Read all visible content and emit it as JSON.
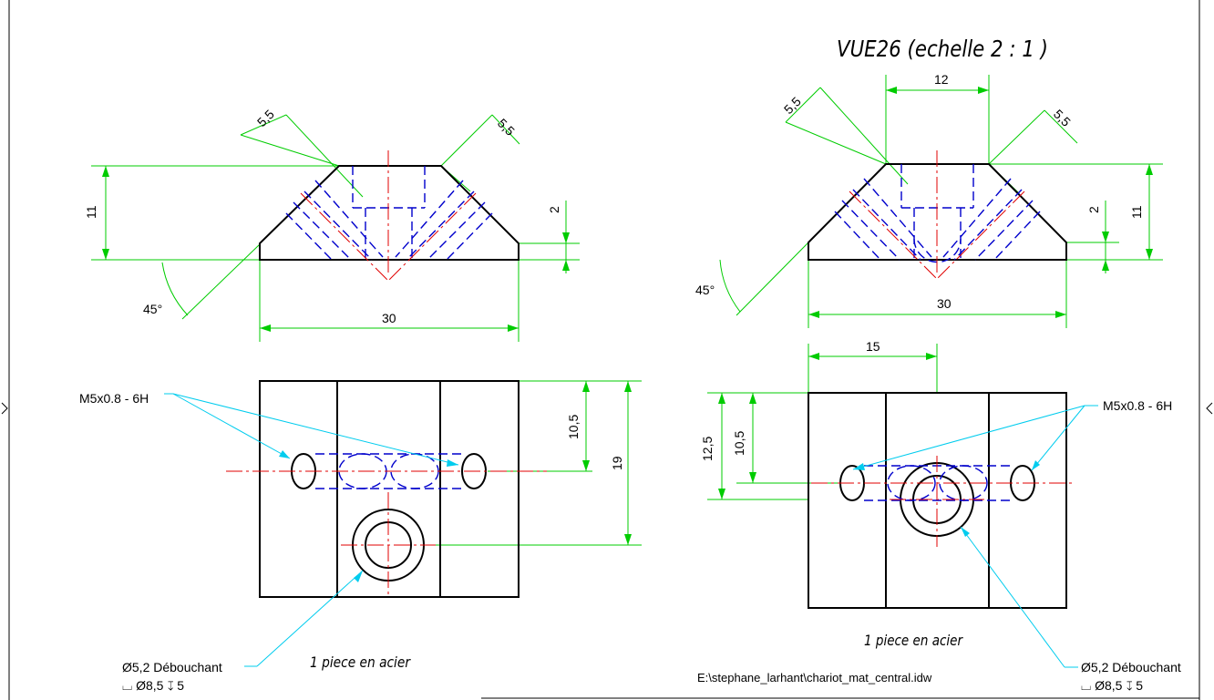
{
  "left_view": {
    "dim_chamfer_left": "5,5",
    "dim_chamfer_right": "5,5",
    "dim_height": "11",
    "dim_step": "2",
    "dim_angle": "45°",
    "dim_width": "30",
    "dim_hole_y": "10,5",
    "dim_total_y": "19",
    "thread_note": "M5x0.8 - 6H",
    "hole_note_line1": "Ø5,2 Débouchant",
    "hole_note_line2": "⌴ Ø8,5 ↧ 5",
    "caption": "1 piece en acier"
  },
  "right_view": {
    "title": "VUE26 (echelle 2 : 1 )",
    "dim_top": "12",
    "dim_chamfer_left": "5,5",
    "dim_chamfer_right": "5,5",
    "dim_step": "2",
    "dim_height": "11",
    "dim_angle": "45°",
    "dim_width": "30",
    "dim_center_x": "15",
    "dim_total_y": "12,5",
    "dim_hole_y": "10,5",
    "thread_note": "M5x0.8 - 6H",
    "hole_note_line1": "Ø5,2 Débouchant",
    "hole_note_line2": "⌴ Ø8,5 ↧ 5",
    "caption": "1 piece en acier"
  },
  "file_path": "E:\\stephane_larhant\\chariot_mat_central.idw",
  "colors": {
    "outline": "#000000",
    "dimension": "#00cc00",
    "hidden": "#0000cc",
    "center": "#e00000",
    "leader": "#00ccee"
  }
}
